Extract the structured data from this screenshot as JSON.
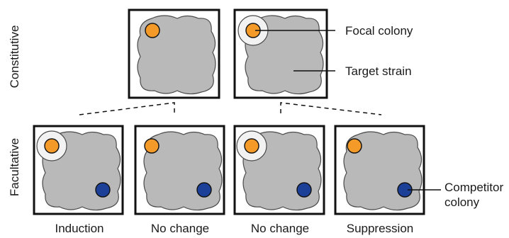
{
  "rows": {
    "constitutive": "Constitutive",
    "facultative": "Facultative"
  },
  "annotations": {
    "focal_colony": "Focal colony",
    "target_strain": "Target strain",
    "competitor_colony_line1": "Competitor",
    "competitor_colony_line2": "colony"
  },
  "outcomes": [
    "Induction",
    "No change",
    "No change",
    "Suppression"
  ],
  "colors": {
    "frame": "#111111",
    "lawn": "#b9b9b9",
    "lawn_edge": "#4a4a4a",
    "halo": "#f2f2f2",
    "focal": "#f39a28",
    "competitor": "#1c3f98"
  }
}
